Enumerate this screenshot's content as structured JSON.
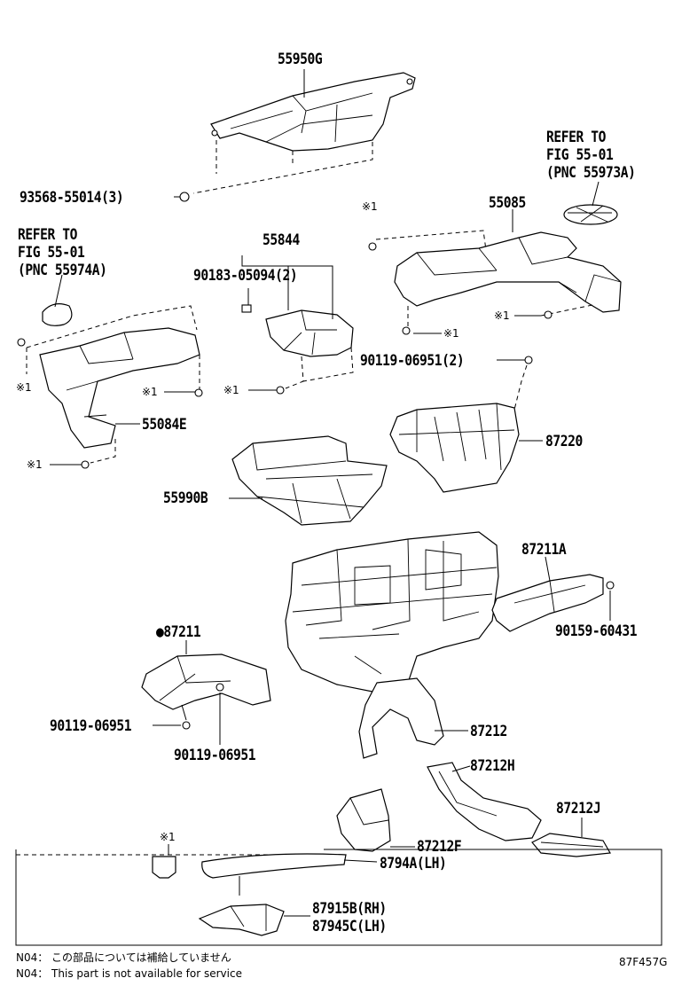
{
  "parts": {
    "p55950G": "55950G",
    "p93568": "93568-55014(3)",
    "refer1": [
      "REFER TO",
      "FIG 55-01",
      "(PNC 55973A)"
    ],
    "refer2": [
      "REFER TO",
      "FIG 55-01",
      "(PNC 55974A)"
    ],
    "p55085": "55085",
    "p55844": "55844",
    "p90183": "90183-05094(2)",
    "p90119_2": "90119-06951(2)",
    "p55084E": "55084E",
    "p87220": "87220",
    "p55990B": "55990B",
    "p87211A": "87211A",
    "p90159": "90159-60431",
    "p87211": "●87211",
    "p90119a": "90119-06951",
    "p90119b": "90119-06951",
    "p87212": "87212",
    "p87212H": "87212H",
    "p87212J": "87212J",
    "p87212F": "87212F",
    "p8794A": "8794A(LH)",
    "p87915B": "87915B(RH)",
    "p87945C": "87945C(LH)"
  },
  "marks": {
    "x1": "※1"
  },
  "notes": {
    "n04_jp": "N04： この部品については補給していません",
    "n04_en": "N04： This part is not available for service"
  },
  "figure_code": "87F457G"
}
